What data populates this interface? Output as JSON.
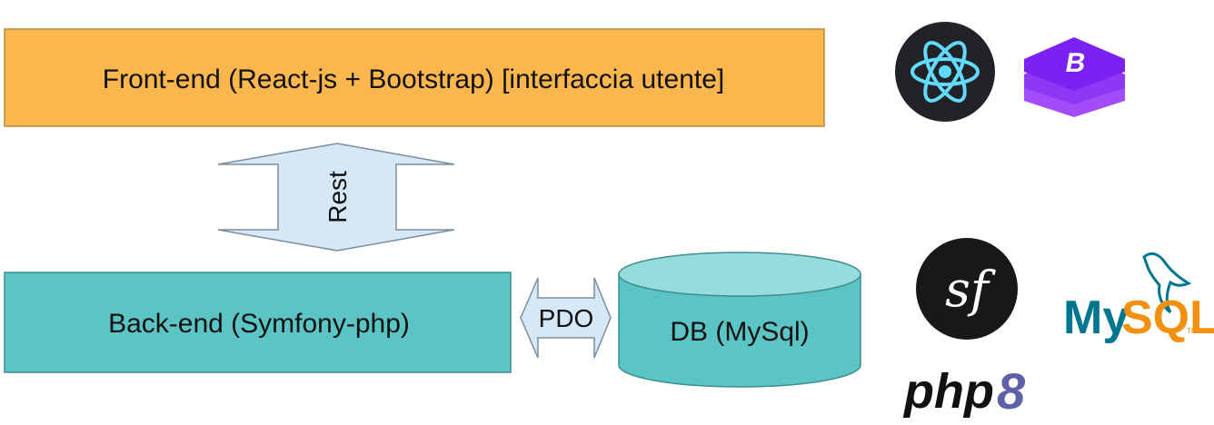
{
  "colors": {
    "frontend_fill": "#FBB74D",
    "frontend_stroke": "#B98A3A",
    "backend_fill": "#5BC4C4",
    "backend_stroke": "#3F8E8E",
    "db_fill": "#5BC4C4",
    "db_top_fill": "#97DCDD",
    "db_stroke": "#3F8E8E",
    "arrow_fill": "#D6E7F5",
    "arrow_stroke": "#7B8D9E",
    "react_bg": "#222326",
    "react_atom": "#61DAFB",
    "bootstrap_layer_1": "#7B22F2",
    "bootstrap_layer_2": "#8E38F5",
    "bootstrap_layer_3": "#A24CFA",
    "symfony_bg": "#181818",
    "mysql_blue": "#00758F",
    "mysql_orange": "#F29111"
  },
  "frontend": {
    "label": "Front-end (React-js + Bootstrap) [interfaccia utente]"
  },
  "rest_arrow": {
    "label": "Rest"
  },
  "backend": {
    "label": "Back-end (Symfony-php)"
  },
  "pdo_arrow": {
    "label": "PDO"
  },
  "database": {
    "label": "DB (MySql)"
  },
  "logos": {
    "react": "react-icon",
    "bootstrap": "bootstrap-icon",
    "bootstrap_letter": "B",
    "symfony": "symfony-icon",
    "symfony_letters": "sf",
    "php": "php-icon",
    "php_text": "php",
    "php_version": "8",
    "mysql": "mysql-icon",
    "mysql_text_my": "My",
    "mysql_text_sql": "SQL",
    "mysql_tm": "TM"
  }
}
